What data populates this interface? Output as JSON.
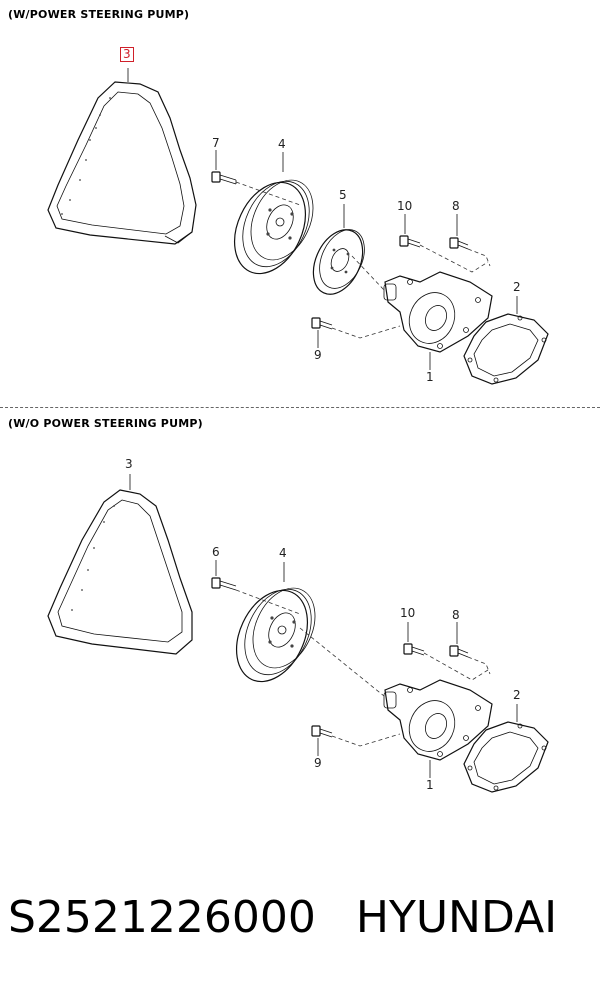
{
  "diagram": {
    "top_section": {
      "title": "(W/POWER STEERING PUMP)",
      "callouts": {
        "belt": "3",
        "pulley_large": "4",
        "pulley_small": "5",
        "bolt_7": "7",
        "bolt_10": "10",
        "bolt_8": "8",
        "bolt_9": "9",
        "pump": "1",
        "gasket": "2"
      },
      "highlighted_callout": "3"
    },
    "bottom_section": {
      "title": "(W/O POWER STEERING PUMP)",
      "callouts": {
        "belt": "3",
        "pulley_large": "4",
        "bolt_6": "6",
        "bolt_10": "10",
        "bolt_8": "8",
        "bolt_9": "9",
        "pump": "1",
        "gasket": "2"
      }
    },
    "highlight_color": "#d0202a"
  },
  "footer": {
    "part_number": "S2521226000",
    "brand": "HYUNDAI"
  }
}
